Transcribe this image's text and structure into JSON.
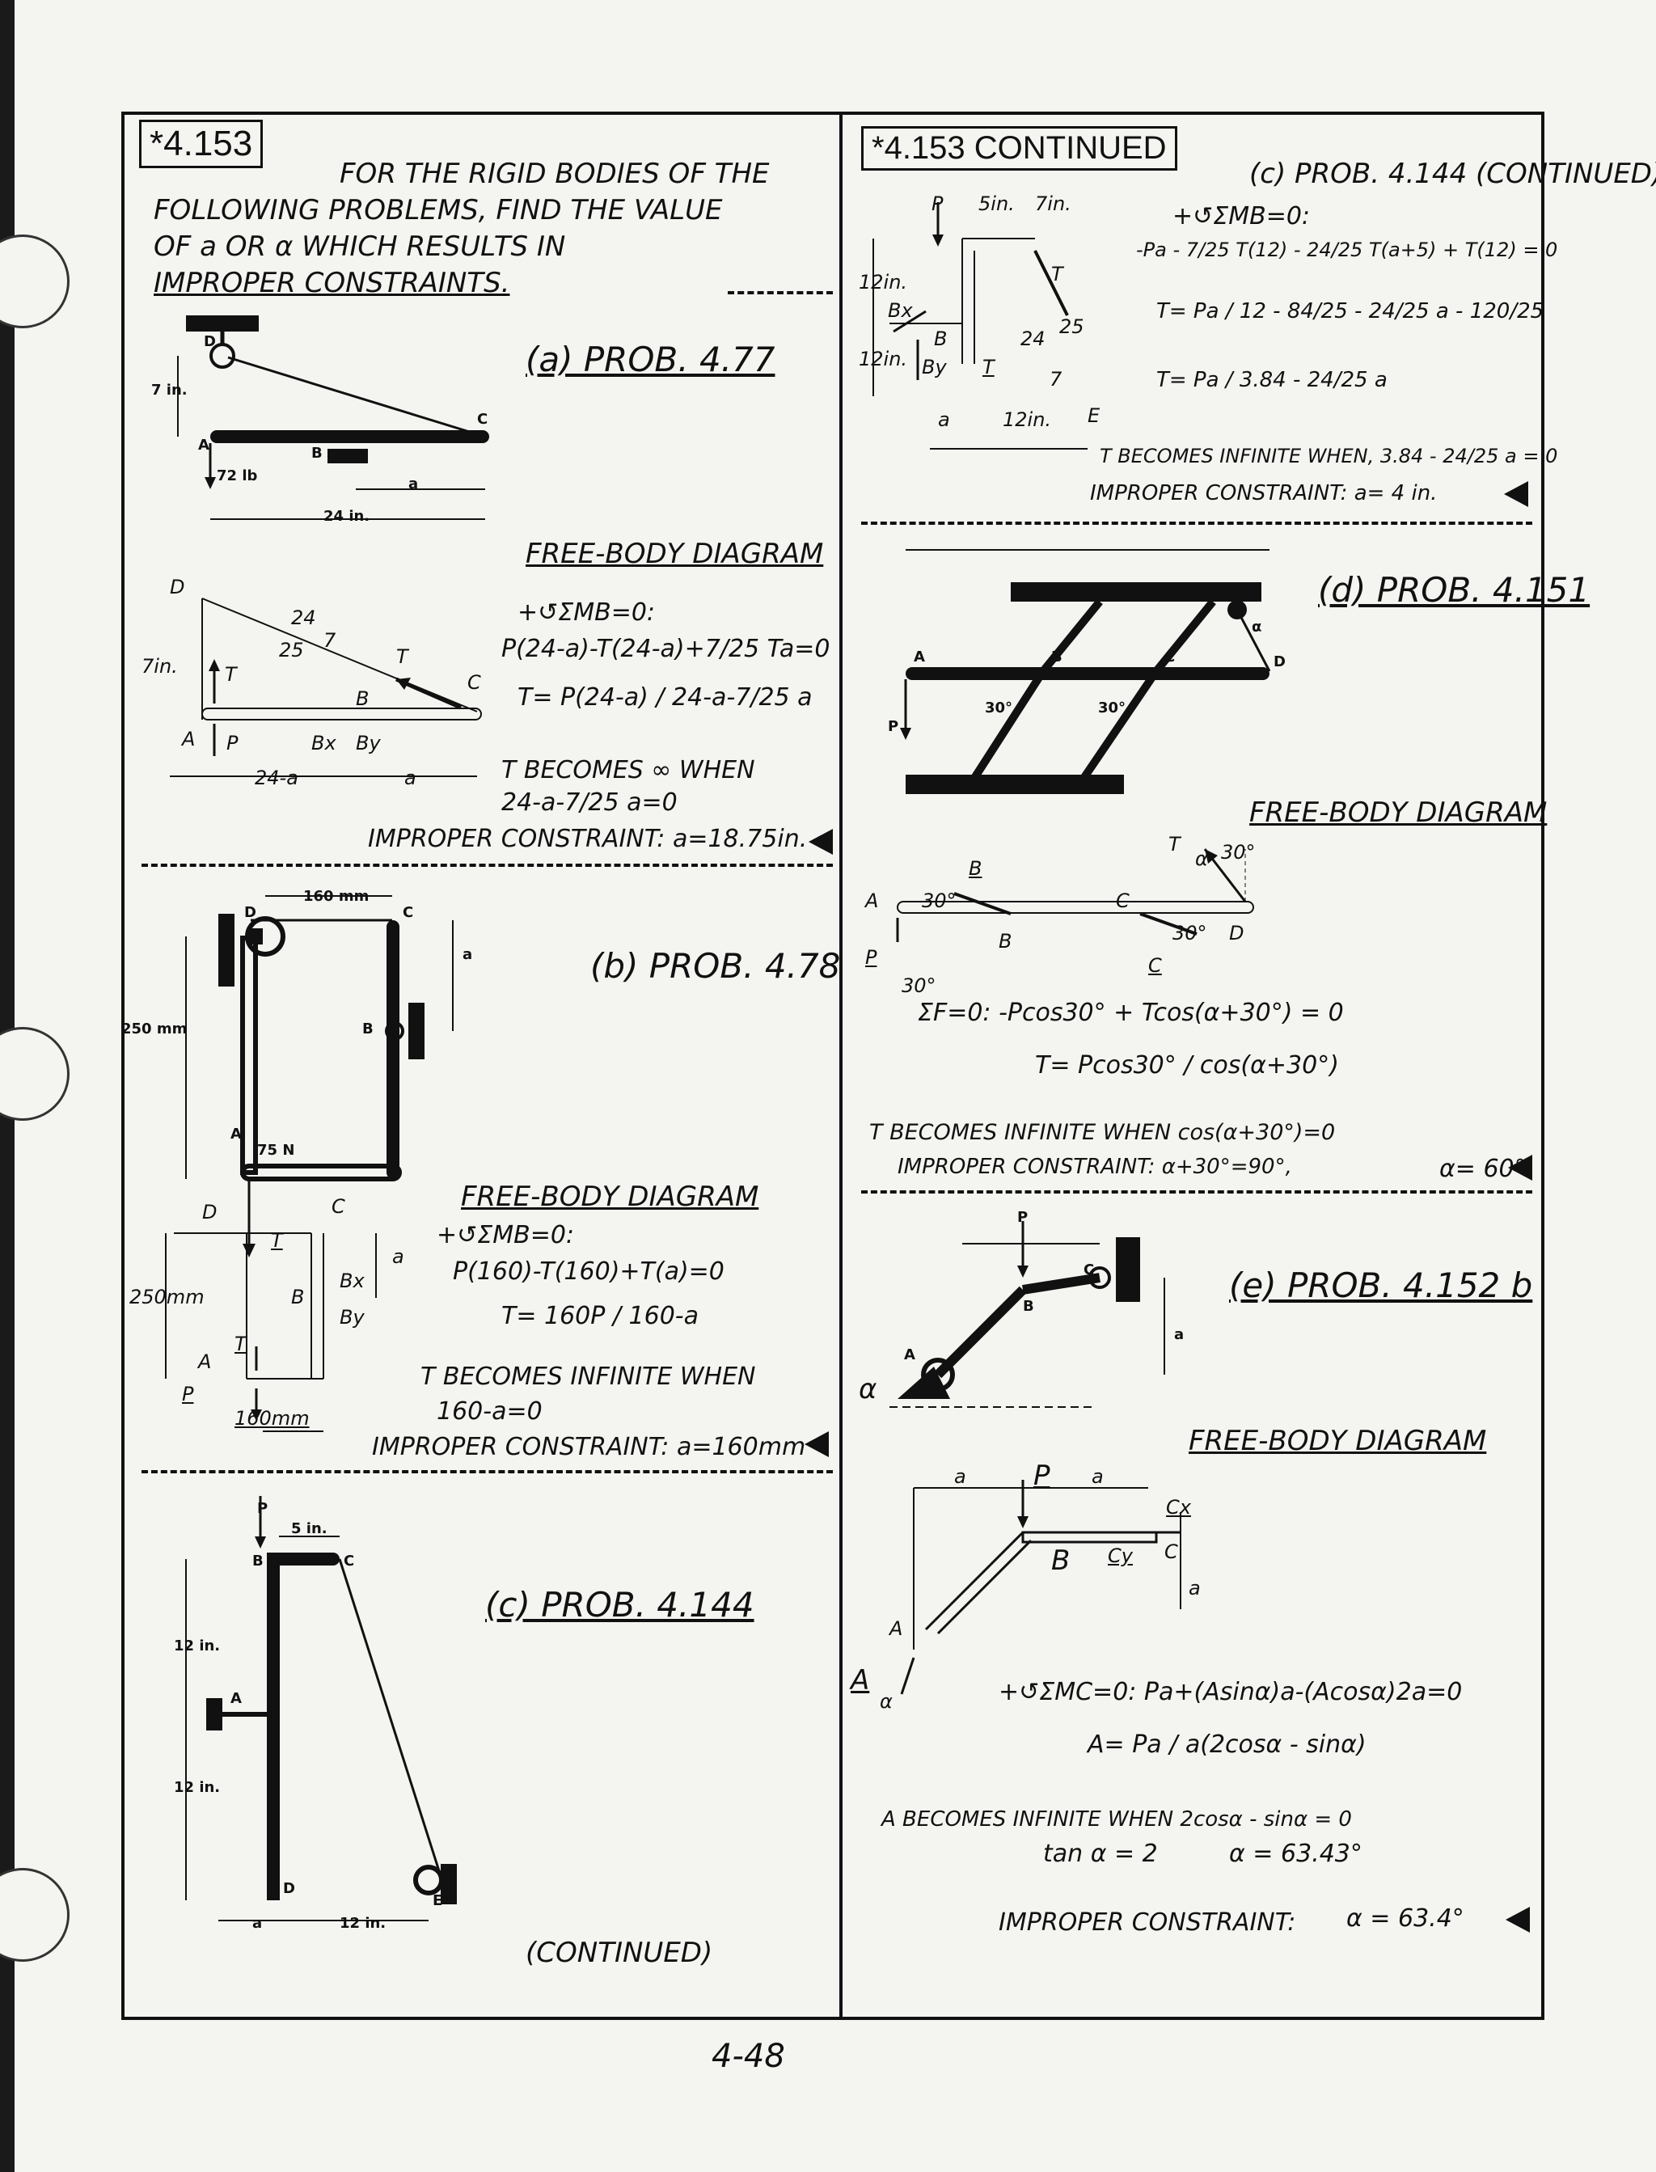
{
  "left_label": "*4.153",
  "right_label": "*4.153 CONTINUED",
  "intro": [
    "FOR THE RIGID BODIES OF THE",
    "FOLLOWING PROBLEMS, FIND THE VALUE",
    "OF a OR α WHICH RESULTS IN",
    "IMPROPER CONSTRAINTS."
  ],
  "part_a": {
    "title": "(a) PROB. 4.77",
    "fig": {
      "d": "D",
      "a": "A",
      "b": "B",
      "c": "C",
      "dim7": "7 in.",
      "load": "72 lb",
      "dim24": "24 in.",
      "dima": "a"
    },
    "fbd_title": "FREE-BODY DIAGRAM",
    "fbd": {
      "d": "D",
      "seven": "7in.",
      "n24": "24",
      "n25": "25",
      "n7": "7",
      "t1": "T",
      "t2": "T",
      "b": "B",
      "c": "C",
      "a": "A",
      "p": "P",
      "bx": "Bx",
      "by": "By",
      "seg1": "24-a",
      "seg2": "a"
    },
    "eq": [
      "+↺ΣMB=0:",
      "P(24-a)-T(24-a)+7/25 Ta=0",
      "T= P(24-a) / 24-a-7/25 a",
      "T BECOMES ∞ WHEN",
      "24-a-7/25 a=0",
      "IMPROPER CONSTRAINT: a=18.75in."
    ]
  },
  "part_b": {
    "title": "(b) PROB. 4.78",
    "fig": {
      "dim160": "160 mm",
      "d": "D",
      "c": "C",
      "a_dim": "a",
      "b": "B",
      "dim250": "250 mm",
      "a": "A",
      "load": "75 N"
    },
    "fbd_title": "FREE-BODY DIAGRAM",
    "fbd": {
      "d": "D",
      "c": "C",
      "t1": "T",
      "a_dim": "a",
      "dim250": "250mm",
      "b": "B",
      "bx": "Bx",
      "by": "By",
      "a": "A",
      "t2": "T",
      "p": "P",
      "dim160": "160mm"
    },
    "eq": [
      "+↺ΣMB=0:",
      "P(160)-T(160)+T(a)=0",
      "T= 160P / 160-a",
      "T BECOMES INFINITE WHEN",
      "160-a=0",
      "IMPROPER CONSTRAINT: a=160mm"
    ]
  },
  "part_c": {
    "title": "(c) PROB. 4.144",
    "fig": {
      "p": "P",
      "b": "B",
      "dim5": "5 in.",
      "c": "C",
      "dim12a": "12 in.",
      "a": "A",
      "dim12b": "12 in.",
      "d": "D",
      "e": "E",
      "dima": "a",
      "dim12c": "12 in."
    },
    "continued": "(CONTINUED)"
  },
  "part_c_cont": {
    "title": "(c) PROB. 4.144 (CONTINUED)",
    "fbd": {
      "p": "P",
      "dim5": "5in.",
      "dim7": "7in.",
      "t1": "T",
      "dim12a": "12in.",
      "bx": "Bx",
      "b": "B",
      "n24": "24",
      "n25": "25",
      "dim12b": "12in.",
      "by": "By",
      "t2": "T",
      "n7": "7",
      "dima": "a",
      "dim12c": "12in.",
      "e": "E"
    },
    "eq": [
      "+↺ΣMB=0:",
      "-Pa - 7/25 T(12) - 24/25 T(a+5) + T(12) = 0",
      "T= Pa / 12 - 84/25 - 24/25 a - 120/25",
      "T= Pa / 3.84 - 24/25 a",
      "T BECOMES INFINITE WHEN, 3.84 - 24/25 a = 0",
      "IMPROPER CONSTRAINT: a= 4 in."
    ]
  },
  "part_d": {
    "title": "(d) PROB. 4.151",
    "fig": {
      "a": "A",
      "b": "B",
      "c": "C",
      "d": "D",
      "p": "P",
      "ang1": "30°",
      "ang2": "30°",
      "alpha": "α"
    },
    "fbd_title": "FREE-BODY DIAGRAM",
    "fbd": {
      "t": "T",
      "alpha": "α",
      "ang30a": "30°",
      "a": "A",
      "b1": "B",
      "ang30b": "30°",
      "c1": "C",
      "ang20": "30°",
      "d": "D",
      "p": "P",
      "b2": "B",
      "c2": "C",
      "ang30c": "30°"
    },
    "eq": [
      "ΣF=0:  -Pcos30° + Tcos(α+30°) = 0",
      "T= Pcos30° / cos(α+30°)",
      "T BECOMES INFINITE WHEN  cos(α+30°)=0",
      "IMPROPER CONSTRAINT: α+30°=90°,",
      "α= 60°"
    ]
  },
  "part_e": {
    "title": "(e) PROB. 4.152 b",
    "fig": {
      "p": "P",
      "c": "C",
      "b": "B",
      "a": "A",
      "dim": "a",
      "alpha": "α"
    },
    "fbd_title": "FREE-BODY DIAGRAM",
    "fbd": {
      "a1": "a",
      "p": "P",
      "a2": "a",
      "cx": "Cx",
      "b": "B",
      "cy": "Cy",
      "c": "C",
      "a3": "a",
      "a": "A",
      "abig": "A",
      "alpha": "α"
    },
    "eq": [
      "+↺ΣMC=0:  Pa+(Asinα)a-(Acosα)2a=0",
      "A= Pa / a(2cosα - sinα)",
      "A BECOMES INFINITE WHEN  2cosα - sinα = 0",
      "tan α = 2",
      "α = 63.43°",
      "IMPROPER CONSTRAINT:",
      "α = 63.4°"
    ]
  },
  "page_number": "4-48"
}
